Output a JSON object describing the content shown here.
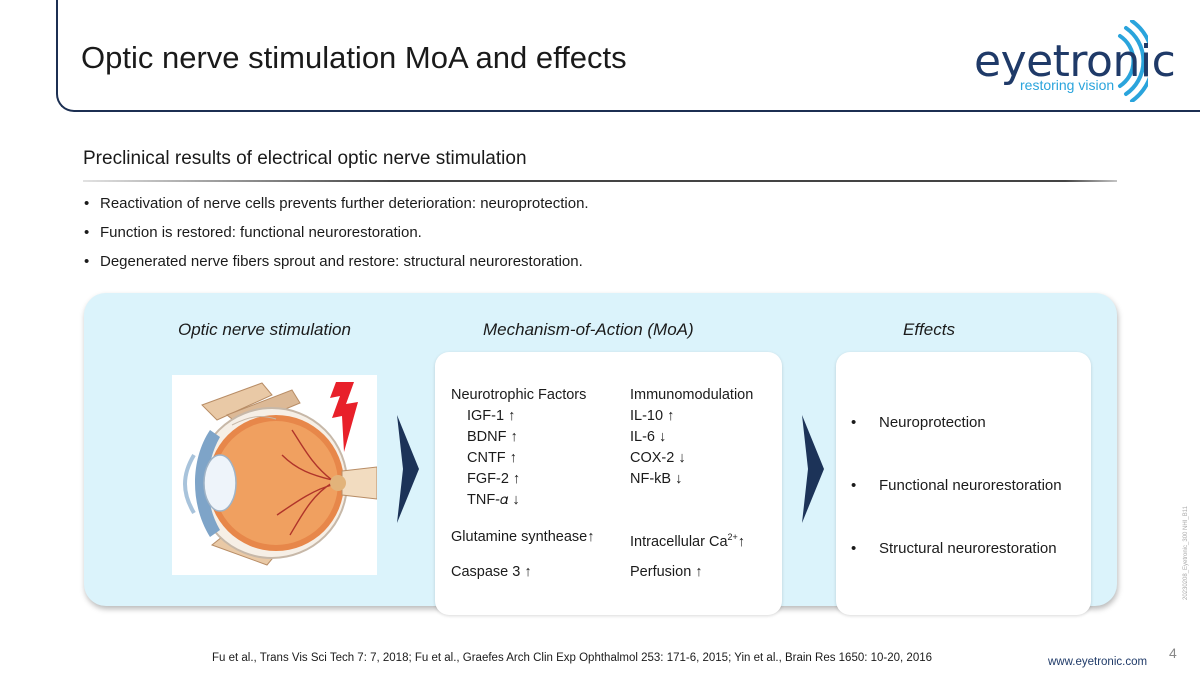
{
  "header": {
    "title": "Optic nerve stimulation MoA and effects",
    "logo_word": "eyetronic",
    "logo_tagline": "restoring vision"
  },
  "section": {
    "subtitle": "Preclinical results of electrical optic nerve stimulation",
    "bullets": [
      "Reactivation of nerve cells prevents further deterioration: neuroprotection.",
      "Function is restored: functional neurorestoration.",
      "Degenerated nerve fibers sprout and restore: structural neurorestoration."
    ]
  },
  "diagram": {
    "col1_heading": "Optic nerve stimulation",
    "col2_heading": "Mechanism-of-Action (MoA)",
    "col3_heading": "Effects",
    "moa_left": {
      "heading": "Neurotrophic Factors",
      "items": [
        "IGF-1 ↑",
        "BDNF ↑",
        "CNTF ↑",
        "FGF-2 ↑",
        "TNF-𝛼 ↓"
      ],
      "extra1": "Glutamine synthease↑",
      "extra2": "Caspase 3 ↑"
    },
    "moa_right": {
      "heading": "Immunomodulation",
      "items": [
        "IL-10 ↑",
        "IL-6 ↓",
        "COX-2 ↓",
        "NF-kB ↓"
      ],
      "extra1_pre": "Intracellular Ca",
      "extra1_sup": "2+",
      "extra1_post": "↑",
      "extra2": "Perfusion ↑"
    },
    "effects": [
      "Neuroprotection",
      "Functional neurorestoration",
      "Structural neurorestoration"
    ]
  },
  "footer": {
    "references": "Fu et al., Trans Vis Sci Tech 7: 7, 2018; Fu et al., Graefes Arch Clin Exp Ophthalmol 253: 171-6, 2015; Yin et al., Brain Res 1650: 10-20, 2016",
    "website": "www.eyetronic.com",
    "page_number": "4",
    "side_code": "20230208_Eyetronic_300 NHI_B11"
  },
  "colors": {
    "navy": "#1f3a68",
    "accent_blue": "#2aa4dc",
    "panel_bg": "#dbf3fb",
    "lightning": "#e8202a"
  }
}
